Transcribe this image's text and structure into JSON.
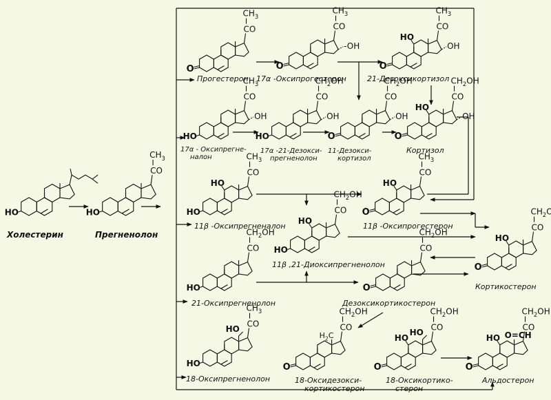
{
  "diagram": {
    "colors": {
      "background": "#f6f8e6",
      "ink": "#111111"
    },
    "compounds": [
      {
        "id": "cholesterol",
        "label": "Холестерин"
      },
      {
        "id": "pregnenolone",
        "label": "Прегненолон"
      },
      {
        "id": "progesterone",
        "label": "Прогестерон"
      },
      {
        "id": "oh17-progesterone",
        "label": "17α -Оксипрогестерон"
      },
      {
        "id": "deoxycortisol-21",
        "label": "21-Дезоксикортизол"
      },
      {
        "id": "oh17-pregnenolone",
        "label": "17α - Оксипрегне-\nналон"
      },
      {
        "id": "deoxypregnenolone-17a-21",
        "label": "17α -21-Дезокси-\nпрегненолон"
      },
      {
        "id": "deoxycortisol-11",
        "label": "11-Дезокси-\nкортизол"
      },
      {
        "id": "cortisol",
        "label": "Кортизол"
      },
      {
        "id": "oh11b-pregnenalone",
        "label": "11β -Оксипрегненалон"
      },
      {
        "id": "oh11b-progesterone",
        "label": "11β -Оксипрогестерон"
      },
      {
        "id": "dioxypregnenolone-11b21",
        "label": "11β ,21-Диоксипрегненолон"
      },
      {
        "id": "corticosterone",
        "label": "Кортикостерон"
      },
      {
        "id": "oxypregnenolone-21",
        "label": "21-Оксипрегненолон"
      },
      {
        "id": "deoxycorticosterone",
        "label": "Дезоксикортикостерон"
      },
      {
        "id": "oxypregnenolone-18",
        "label": "18-Оксипрегненолон"
      },
      {
        "id": "oxydeoxycorticosterone-18",
        "label": "18-Оксидезокси-\nкортикостерон"
      },
      {
        "id": "oxycorticosterone-18",
        "label": "18-Оксикортико-\nстерон"
      },
      {
        "id": "aldosterone",
        "label": "Альдостерон"
      }
    ],
    "groups": {
      "oh": "OH",
      "ho": "HO",
      "ch3": "CH",
      "three": "3",
      "co": "CO",
      "ch2oh": "CH",
      "two": "2",
      "oh_suffix": "OH",
      "o": "O",
      "dash_oh": "-OH",
      "h2c": "H",
      "c": "C",
      "oc": "O=CH"
    }
  }
}
